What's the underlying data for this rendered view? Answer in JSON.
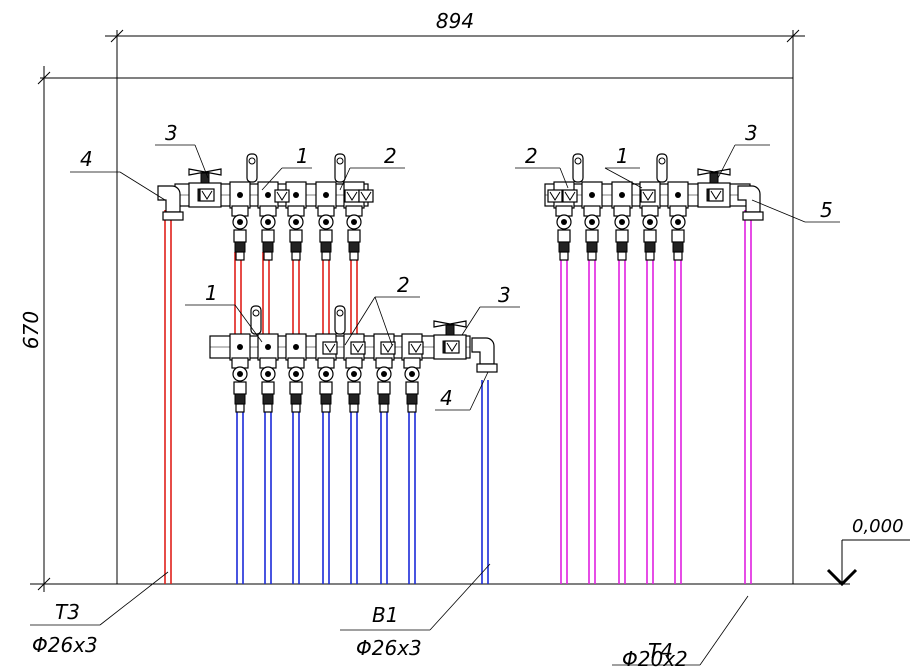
{
  "dimensions": {
    "width": "894",
    "height": "670",
    "level": "0,000"
  },
  "pipes": {
    "t3": {
      "code": "Т3",
      "size": "Φ26x3",
      "color": "#e0201a"
    },
    "b1": {
      "code": "В1",
      "size": "Φ26x3",
      "color": "#1a2ad8"
    },
    "t4": {
      "code": "Т4",
      "size": "Φ20x2",
      "color": "#e020e0"
    }
  },
  "callouts": {
    "manifold": "1",
    "flow_meter": "2",
    "ball_valve": "3",
    "elbow": "4",
    "adapter": "5"
  }
}
